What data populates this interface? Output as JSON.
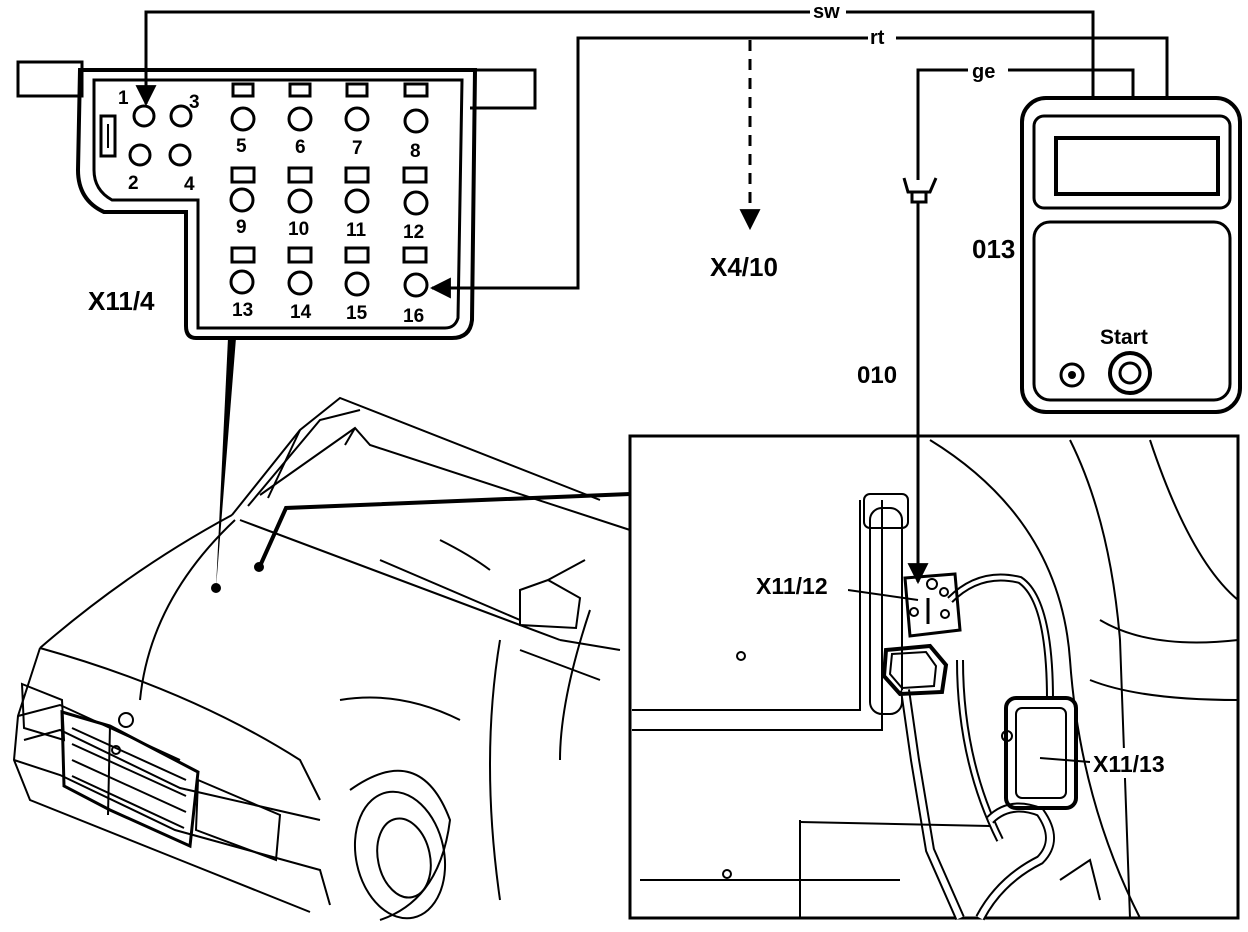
{
  "wires": {
    "sw": "sw",
    "rt": "rt",
    "ge": "ge"
  },
  "labels": {
    "connector_x11_4": "X11/4",
    "connector_x4_10": "X4/10",
    "tester_013": "013",
    "cable_010": "010",
    "connector_x11_12": "X11/12",
    "connector_x11_13": "X11/13",
    "start": "Start"
  },
  "pins": [
    "1",
    "2",
    "3",
    "4",
    "5",
    "6",
    "7",
    "8",
    "9",
    "10",
    "11",
    "12",
    "13",
    "14",
    "15",
    "16"
  ]
}
